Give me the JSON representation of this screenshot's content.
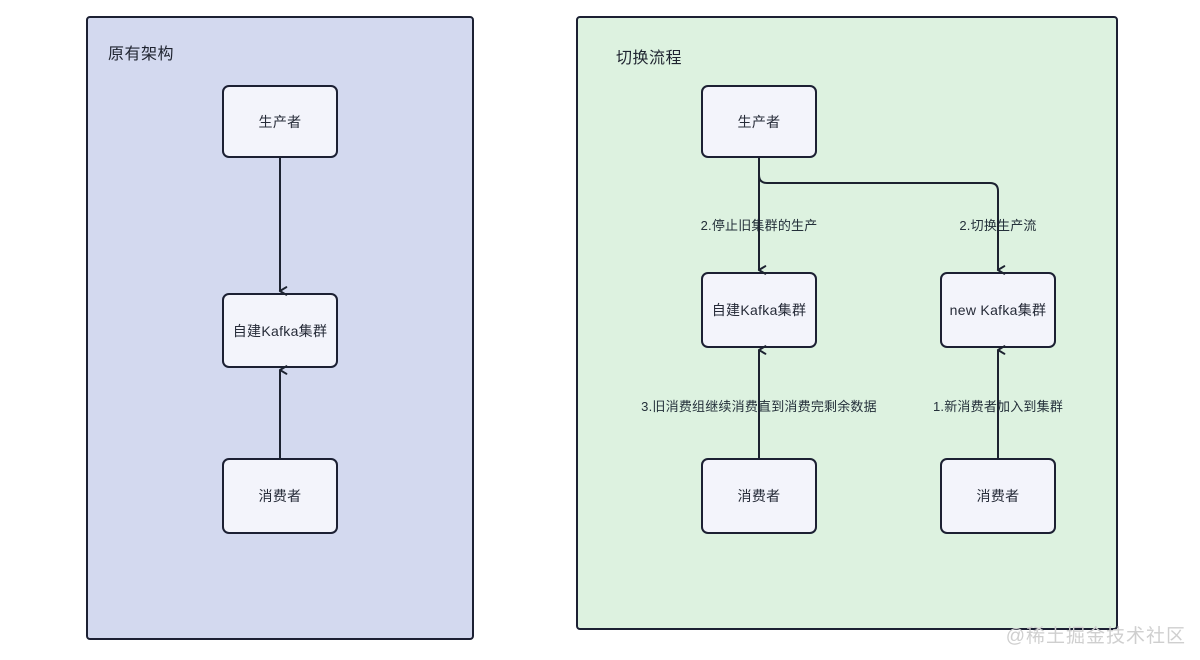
{
  "diagram": {
    "watermark": "@稀土掘金技术社区",
    "panels": [
      {
        "id": "legacy",
        "title": "原有架构",
        "fill": "#d3d9ef",
        "stroke": "#1c2033",
        "nodes": [
          {
            "id": "legacy-producer",
            "label": "生产者"
          },
          {
            "id": "legacy-kafka",
            "label": "自建Kafka集群"
          },
          {
            "id": "legacy-consumer",
            "label": "消费者"
          }
        ],
        "edges": [
          {
            "id": "legacy-producer-to-kafka",
            "from": "生产者",
            "to": "自建Kafka集群",
            "label": ""
          },
          {
            "id": "legacy-consumer-to-kafka",
            "from": "消费者",
            "to": "自建Kafka集群",
            "label": ""
          }
        ]
      },
      {
        "id": "migration",
        "title": "切换流程",
        "fill": "#ddf2e0",
        "stroke": "#1c2033",
        "nodes": [
          {
            "id": "mig-producer",
            "label": "生产者"
          },
          {
            "id": "mig-old-kafka",
            "label": "自建Kafka集群"
          },
          {
            "id": "mig-new-kafka",
            "label": "new Kafka集群"
          },
          {
            "id": "mig-old-consumer",
            "label": "消费者"
          },
          {
            "id": "mig-new-consumer",
            "label": "消费者"
          }
        ],
        "edges": [
          {
            "id": "mig-producer-to-old",
            "from": "生产者",
            "to": "自建Kafka集群",
            "label": "2.停止旧集群的生产"
          },
          {
            "id": "mig-producer-to-new",
            "from": "生产者",
            "to": "new Kafka集群",
            "label": "2.切换生产流"
          },
          {
            "id": "mig-old-consumer-to-old",
            "from": "消费者",
            "to": "自建Kafka集群",
            "label": "3.旧消费组继续消费直到消费完剩余数据"
          },
          {
            "id": "mig-new-consumer-to-new",
            "from": "消费者",
            "to": "new Kafka集群",
            "label": "1.新消费者加入到集群"
          }
        ]
      }
    ]
  }
}
